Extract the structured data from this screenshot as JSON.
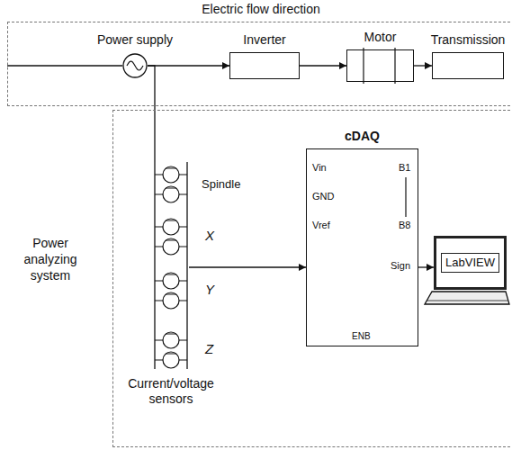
{
  "diagram": {
    "nodes": [
      {
        "text": [
          "Electric flow direction"
        ]
      },
      {
        "text": [
          "Power supply"
        ],
        "in": 0
      },
      {
        "text": [
          "Inverter"
        ],
        "in": 0
      },
      {
        "text": [
          "Motor"
        ],
        "in": 0
      },
      {
        "text": [
          "Transmission"
        ],
        "in": 0
      },
      {
        "text": [
          "Power analyzing system"
        ]
      },
      {
        "text": [
          "Current/voltage sensors"
        ],
        "in": 5
      },
      {
        "text": [
          "cDAQ"
        ],
        "in": 5
      },
      {
        "text": [
          "LabVIEW"
        ],
        "in": 5
      }
    ],
    "edges": [
      {
        "from": 1,
        "to": 2,
        "arrow": "to"
      },
      {
        "from": 2,
        "to": 3,
        "arrow": "to"
      },
      {
        "from": 3,
        "to": 4,
        "arrow": "to"
      },
      {
        "from": 1,
        "to": 6,
        "arrow": "none"
      },
      {
        "from": 6,
        "to": 7,
        "arrow": "to"
      },
      {
        "from": 7,
        "to": 8,
        "arrow": "to"
      }
    ],
    "labels": [
      "Spindle",
      "X",
      "Y",
      "Z",
      "Vin",
      "GND",
      "Vref",
      "B1",
      "B8",
      "Sign",
      "ENB"
    ]
  }
}
